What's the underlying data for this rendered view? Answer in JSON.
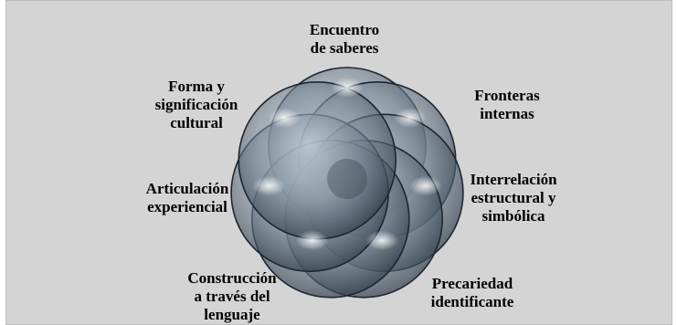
{
  "diagram": {
    "type": "overlapping-circles",
    "circle_count": 7,
    "circle_color": "#6f7f8d",
    "circle_edge_color": "#1c2733",
    "background_color": "#d4d4d4",
    "labels": [
      "Encuentro\nde saberes",
      "Fronteras\ninternas",
      "Interrelación\nestructural y\nsimbólica",
      "Precariedad\nidentificante",
      "Construcción\na través del\nlenguaje",
      "Articulación\nexperiencial",
      "Forma y\nsignificación\ncultural"
    ]
  }
}
